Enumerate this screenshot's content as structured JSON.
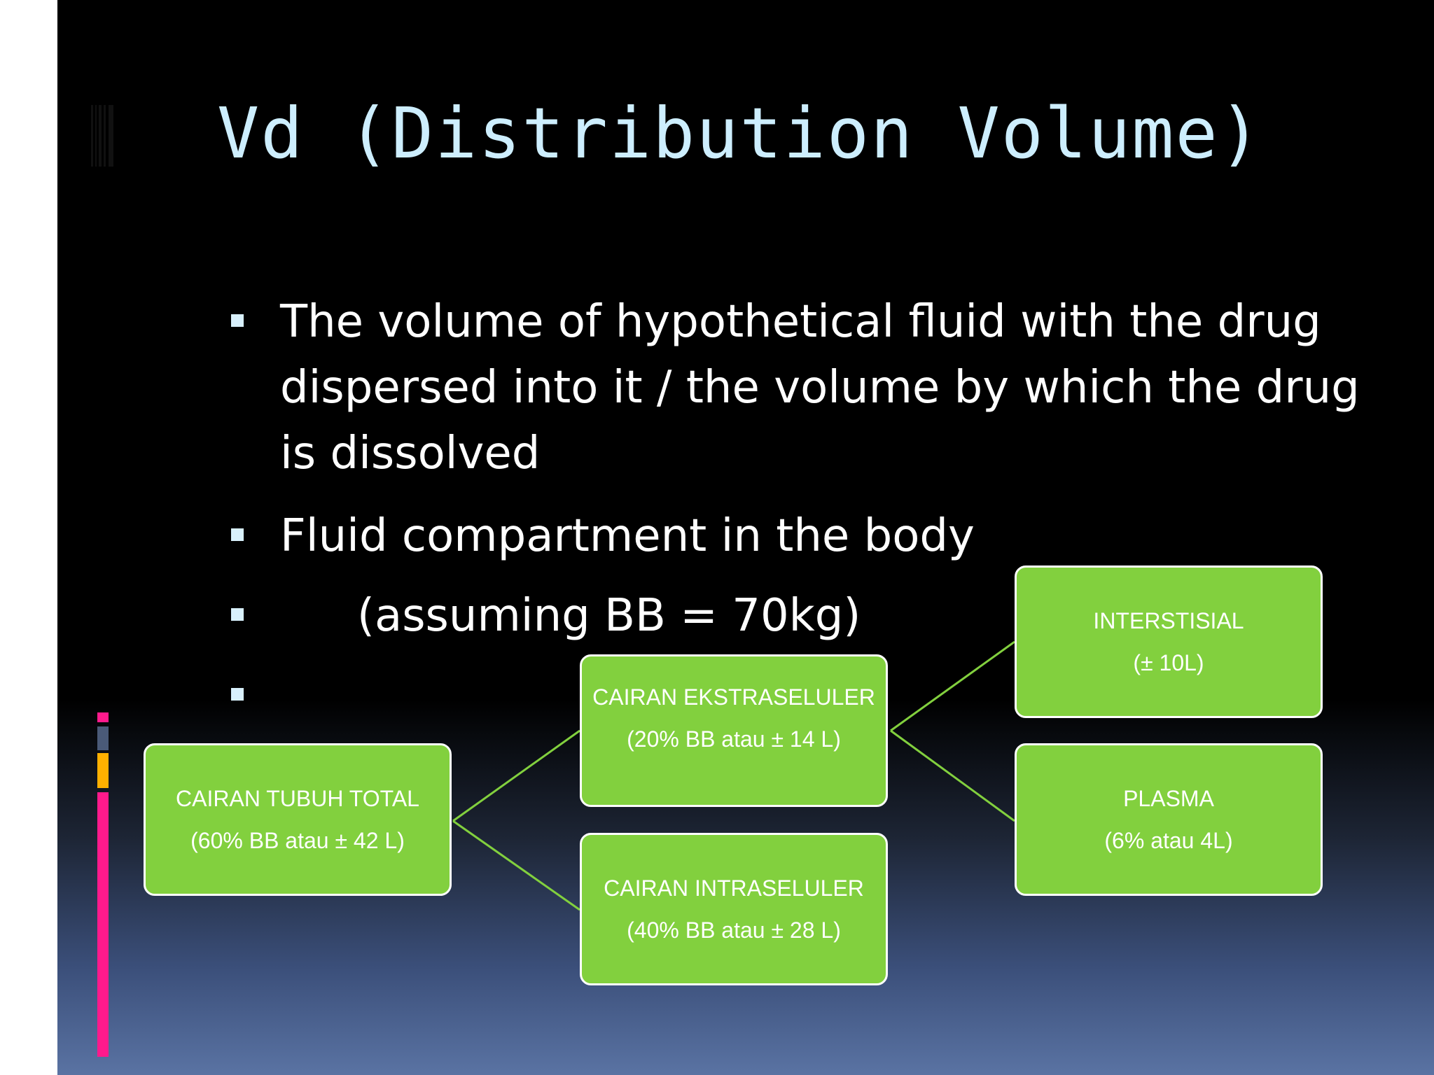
{
  "slide": {
    "title": "Vd (Distribution Volume)",
    "bullets": [
      {
        "lines": [
          "The volume of hypothetical fluid with the drug",
          "dispersed into it / the volume by which the drug",
          "is dissolved"
        ]
      },
      {
        "lines": [
          "Fluid compartment in the body"
        ]
      },
      {
        "lines": [
          "(assuming BB = 70kg)"
        ]
      },
      {
        "lines": [
          ""
        ]
      }
    ]
  },
  "diagram": {
    "nodes": {
      "total": {
        "label": "CAIRAN TUBUH TOTAL",
        "value": "(60% BB atau ± 42 L)"
      },
      "extra": {
        "label": "CAIRAN EKSTRASELULER",
        "value": "(20% BB atau ± 14 L)"
      },
      "intra": {
        "label": "CAIRAN INTRASELULER",
        "value": "(40% BB atau ± 28 L)"
      },
      "interstitial": {
        "label": "INTERSTISIAL",
        "value": "(± 10L)"
      },
      "plasma": {
        "label": "PLASMA",
        "value": "(6% atau 4L)"
      }
    },
    "colors": {
      "node_fill": "#82d03e",
      "node_border": "#ffffff",
      "connector": "#82d03e"
    }
  },
  "theme": {
    "title_color": "#cdeefe",
    "accent_colors": [
      "#ff1a8c",
      "#4a5a78",
      "#ffb000",
      "#ff1a8c"
    ]
  }
}
